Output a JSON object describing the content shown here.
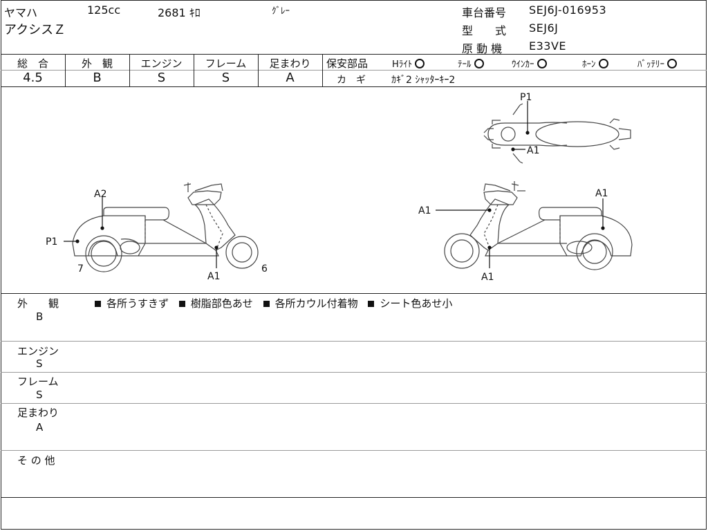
{
  "header": {
    "maker": "ヤマハ",
    "displacement": "125cc",
    "mileage": "2681 ｷﾛ",
    "color": "ｸﾞﾚｰ",
    "model_name": "アクシスＺ",
    "frame_no_label": "車台番号",
    "frame_no": "SEJ6J-016953",
    "type_label": "型　　式",
    "type_value": "SEJ6J",
    "engine_label": "原 動 機",
    "engine_value": "E33VE"
  },
  "scores": {
    "overall_label": "総　合",
    "overall": "4.5",
    "exterior_label": "外　観",
    "exterior": "B",
    "engine_label": "エンジン",
    "engine": "S",
    "frame_label": "フレーム",
    "frame": "S",
    "suspension_label": "足まわり",
    "suspension": "A"
  },
  "safety": {
    "label": "保安部品",
    "headlight": "Hﾗｲﾄ",
    "taillight": "ﾃｰﾙ",
    "winker": "ｳｲﾝｶｰ",
    "horn": "ﾎｰﾝ",
    "battery": "ﾊﾞｯﾃﾘｰ",
    "key_label": "カ　ギ",
    "key_value": "ｶｷﾞ2 ｼｬｯﾀｰｷｰ2"
  },
  "diagram_marks": {
    "left_a2": "A2",
    "left_p1": "P1",
    "left_a1": "A1",
    "left_7": "7",
    "left_6": "6",
    "top_p1": "P1",
    "top_a1": "A1",
    "right_a1_front": "A1",
    "right_a1_rear": "A1",
    "right_a1_bottom": "A1"
  },
  "remarks": {
    "exterior_label": "外　　観",
    "exterior_grade": "B",
    "exterior_notes": [
      "各所うすきず",
      "樹脂部色あせ",
      "各所カウル付着物",
      "シート色あせ小"
    ],
    "engine_label": "エンジン",
    "engine_grade": "S",
    "frame_label": "フレーム",
    "frame_grade": "S",
    "suspension_label": "足まわり",
    "suspension_grade": "A",
    "other_label": "そ の 他"
  }
}
